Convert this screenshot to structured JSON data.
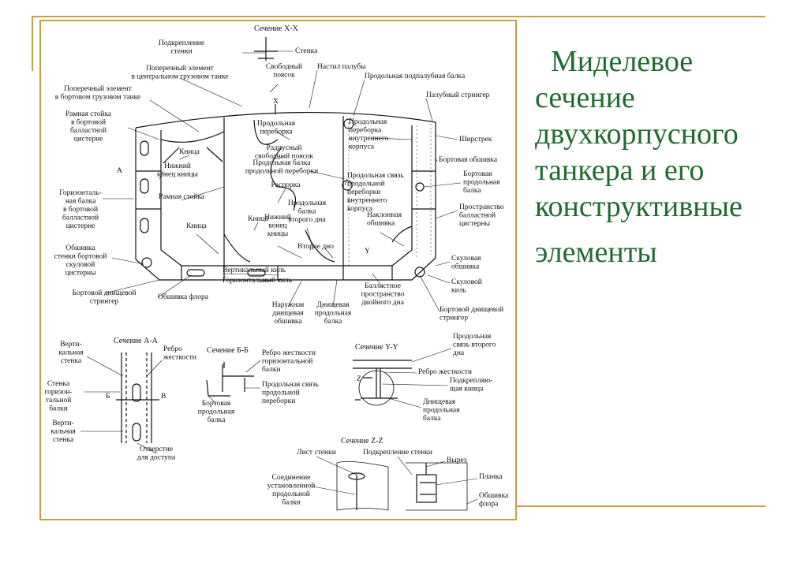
{
  "title_lines": [
    "Миделевое",
    "сечение",
    "двухкорпусного",
    "танкера и его",
    "конструктивные",
    "элементы"
  ],
  "sections": {
    "xx": "Сечение X-X",
    "aa": "Сечение А-А",
    "bb": "Сечение Б-Б",
    "yy": "Сечение Y-Y",
    "zz": "Сечение Z-Z"
  },
  "markers": {
    "x": "X",
    "a": "А",
    "y": "Y",
    "z": "Z",
    "b_left": "Б",
    "b_right": "В"
  },
  "labels": {
    "l01": [
      "Подкрепление",
      "стенки"
    ],
    "l02": [
      "Стенка"
    ],
    "l03": [
      "Поперечный элемент",
      "в центральном грузовом танке"
    ],
    "l04": [
      "Настил палубы"
    ],
    "l05": [
      "Свободный",
      "поясок"
    ],
    "l06": [
      "Продольная подпалубная балка"
    ],
    "l07": [
      "Поперечный элемент",
      "в бортовом грузовом танке"
    ],
    "l08": [
      "Палубный стрингер"
    ],
    "l09": [
      "Рамная стойка",
      "в бортовой",
      "балластной",
      "цистерне"
    ],
    "l10": [
      "Продольная",
      "переборка"
    ],
    "l11": [
      "Продольная",
      "переборка",
      "внутреннего",
      "корпуса"
    ],
    "l12": [
      "Ширстрек"
    ],
    "l13": [
      "Кница"
    ],
    "l14": [
      "Радиусный",
      "свободный поясок"
    ],
    "l15": [
      "Продольная балка",
      "продольной переборки"
    ],
    "l16": [
      "Бортовая обшивка"
    ],
    "l17": [
      "Нижний",
      "конец кницы"
    ],
    "l18": [
      "Распорка"
    ],
    "l19": [
      "Продольная связь",
      "продольной",
      "переборки",
      "внутреннего",
      "корпуса"
    ],
    "l20": [
      "Бортовая",
      "продольная",
      "балка"
    ],
    "l21": [
      "Горизонталь-",
      "ная балка",
      "в бортовой",
      "балластной",
      "цистерне"
    ],
    "l22": [
      "Рамная стойка"
    ],
    "l23": [
      "Продольная",
      "балка",
      "второго дна"
    ],
    "l24": [
      "Пространство",
      "балластной",
      "цистерны"
    ],
    "l25": [
      "Кница"
    ],
    "l26": [
      "Нижний",
      "конец",
      "кницы"
    ],
    "l27": [
      "Наклонная",
      "обшивка"
    ],
    "l28": [
      "Кница"
    ],
    "l29": [
      "Второе дно"
    ],
    "l30": [
      "Обшивка",
      "стенки бортовой",
      "скуловой",
      "цистерны"
    ],
    "l31": [
      "Скуловая",
      "обшивка"
    ],
    "l32": [
      "Скуловой",
      "киль"
    ],
    "l33": [
      "Вертикальный киль"
    ],
    "l34": [
      "Горизонтальный киль"
    ],
    "l35": [
      "Бортовой днищевой",
      "стрингер"
    ],
    "l36": [
      "Обшивка флора"
    ],
    "l37": [
      "Балластное",
      "пространство",
      "двойного дна"
    ],
    "l38": [
      "Наружная",
      "днищевая",
      "обшивка"
    ],
    "l39": [
      "Днищевая",
      "продольная",
      "балка"
    ],
    "l40": [
      "Бортовой днищевой",
      "стрингер"
    ],
    "a1": [
      "Верти-",
      "кальная",
      "стенка"
    ],
    "a2": [
      "Ребро",
      "жесткости"
    ],
    "a3": [
      "Стенка",
      "горизон-",
      "тальной",
      "балки"
    ],
    "a4": [
      "Верти-",
      "кальная",
      "стенка"
    ],
    "a5": [
      "Отверстие",
      "для доступа"
    ],
    "b1": [
      "Ребро жесткости",
      "горизонтальной",
      "балки"
    ],
    "b2": [
      "Продольная связь",
      "продольной",
      "переборки"
    ],
    "b3": [
      "Бортовая",
      "продольная",
      "балка"
    ],
    "y1": [
      "Продольная",
      "связь второго",
      "дна"
    ],
    "y2": [
      "Ребро жесткости"
    ],
    "y3": [
      "Подкрепляю-",
      "щая кница"
    ],
    "y4": [
      "Днищевая",
      "продольная",
      "балка"
    ],
    "z1": [
      "Лист стенки"
    ],
    "z2": [
      "Подкрепление стенки"
    ],
    "z3": [
      "Вырез"
    ],
    "z4": [
      "Соединение",
      "установленной",
      "продольной",
      "балки"
    ],
    "z5": [
      "Планка"
    ],
    "z6": [
      "Обшивка",
      "флора"
    ]
  }
}
